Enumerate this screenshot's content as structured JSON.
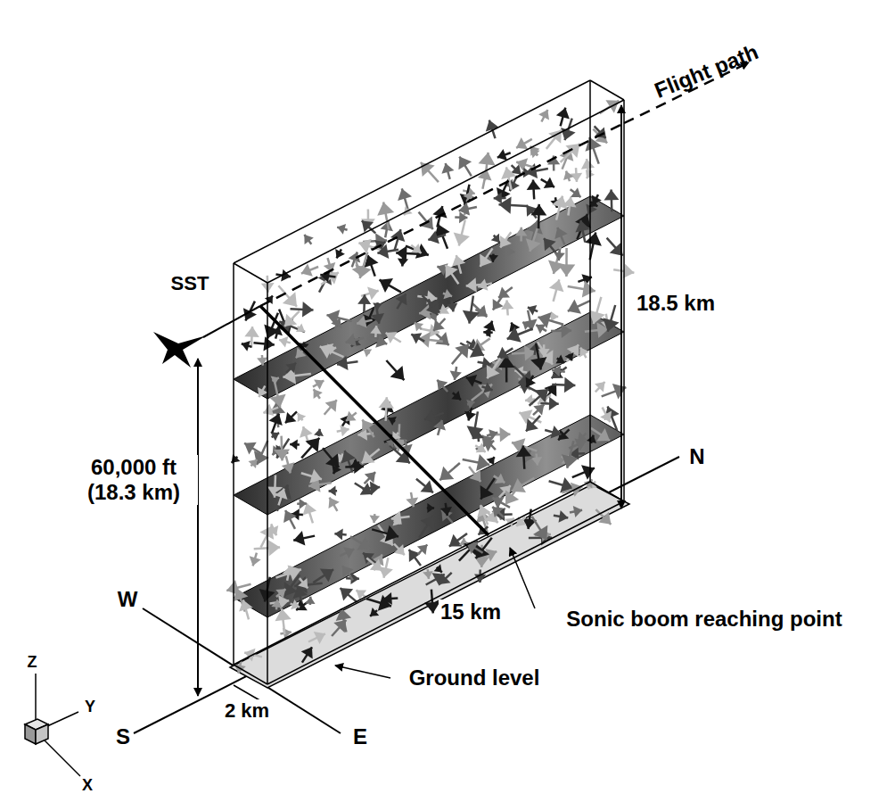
{
  "diagram": {
    "labels": [
      "Flight path",
      "SST",
      "18.5 km",
      "60,000 ft (18.3 km)",
      "W",
      "N",
      "15 km",
      "Sonic boom reaching point",
      "Ground level",
      "S",
      "2 km",
      "E",
      "Z",
      "Y",
      "X"
    ]
  }
}
